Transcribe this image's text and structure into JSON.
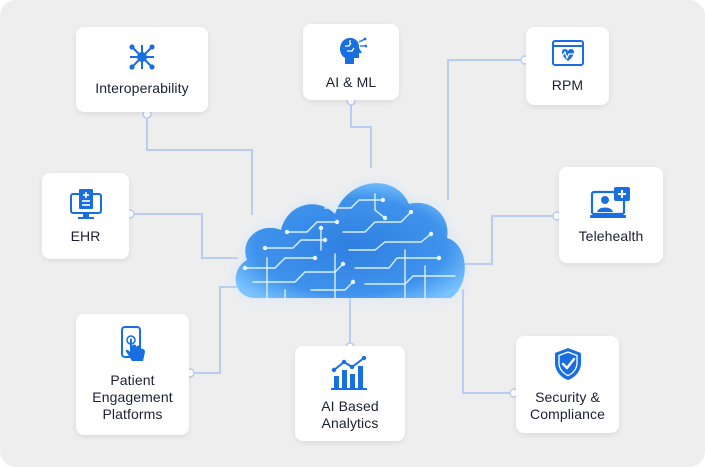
{
  "nodes": {
    "interoperability": {
      "label": "Interoperability",
      "icon": "network-hub-icon"
    },
    "ai_ml": {
      "label": "AI & ML",
      "icon": "brain-head-icon"
    },
    "rpm": {
      "label": "RPM",
      "icon": "heart-monitor-icon"
    },
    "ehr": {
      "label": "EHR",
      "icon": "medical-record-monitor-icon"
    },
    "telehealth": {
      "label": "Telehealth",
      "icon": "video-consult-icon"
    },
    "patient_engagement": {
      "label": "Patient\nEngagement\nPlatforms",
      "icon": "mobile-touch-icon"
    },
    "analytics": {
      "label": "AI Based\nAnalytics",
      "icon": "bar-chart-trend-icon"
    },
    "security": {
      "label": "Security &\nCompliance",
      "icon": "shield-check-icon"
    }
  },
  "center": {
    "icon": "circuit-cloud-icon"
  },
  "colors": {
    "accent": "#1a6fe0",
    "connector": "#b9cdf0",
    "cloud_glow": "#9fd0ff",
    "background": "#eeeeef"
  }
}
